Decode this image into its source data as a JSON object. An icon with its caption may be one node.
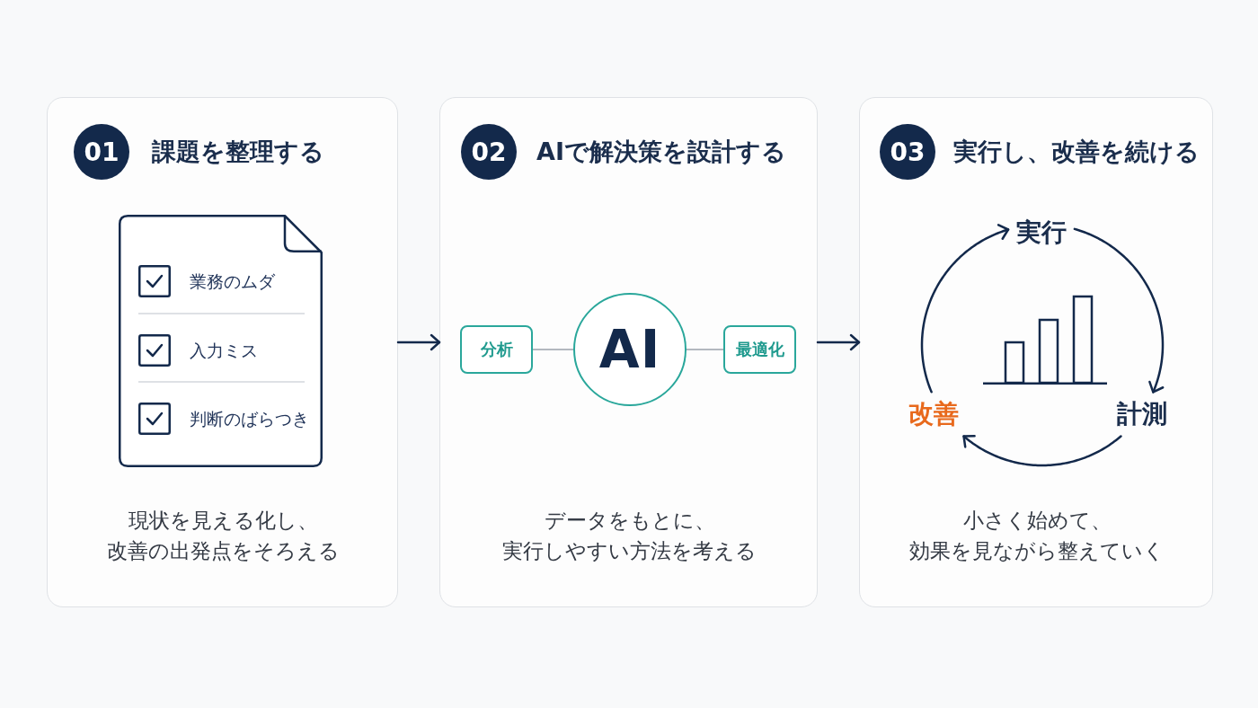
{
  "diagram": {
    "nodes": [
      {
        "text": [
          "課題を整理する",
          "現状を見える化し、改善の出発点をそろえる"
        ]
      },
      {
        "text": [
          "01"
        ],
        "in": 0
      },
      {
        "text": [
          "業務のムダ",
          "入力ミス",
          "判断のばらつき"
        ],
        "in": 0
      },
      {
        "text": [
          "AIで解決策を設計する",
          "データをもとに、実行しやすい方法を考える"
        ]
      },
      {
        "text": [
          "02"
        ],
        "in": 3
      },
      {
        "text": [
          "分析"
        ],
        "in": 3
      },
      {
        "text": [
          "AI"
        ],
        "in": 3
      },
      {
        "text": [
          "最適化"
        ],
        "in": 3
      },
      {
        "text": [
          "実行し、改善を続ける",
          "小さく始めて、効果を見ながら整えていく"
        ]
      },
      {
        "text": [
          "03"
        ],
        "in": 8
      },
      {
        "text": [
          "実行"
        ],
        "in": 8
      },
      {
        "text": [
          "計測"
        ],
        "in": 8
      },
      {
        "text": [
          "改善"
        ],
        "in": 8
      }
    ],
    "edges": [
      {
        "from": 0,
        "to": 3,
        "arrow": "to"
      },
      {
        "from": 3,
        "to": 8,
        "arrow": "to"
      },
      {
        "from": 5,
        "to": 6,
        "arrow": "none",
        "color": "#9aa1ab"
      },
      {
        "from": 6,
        "to": 7,
        "arrow": "none",
        "color": "#9aa1ab"
      },
      {
        "from": 12,
        "to": 10,
        "arrow": "to"
      },
      {
        "from": 10,
        "to": 11,
        "arrow": "to"
      },
      {
        "from": 11,
        "to": 12,
        "arrow": "to"
      }
    ]
  }
}
